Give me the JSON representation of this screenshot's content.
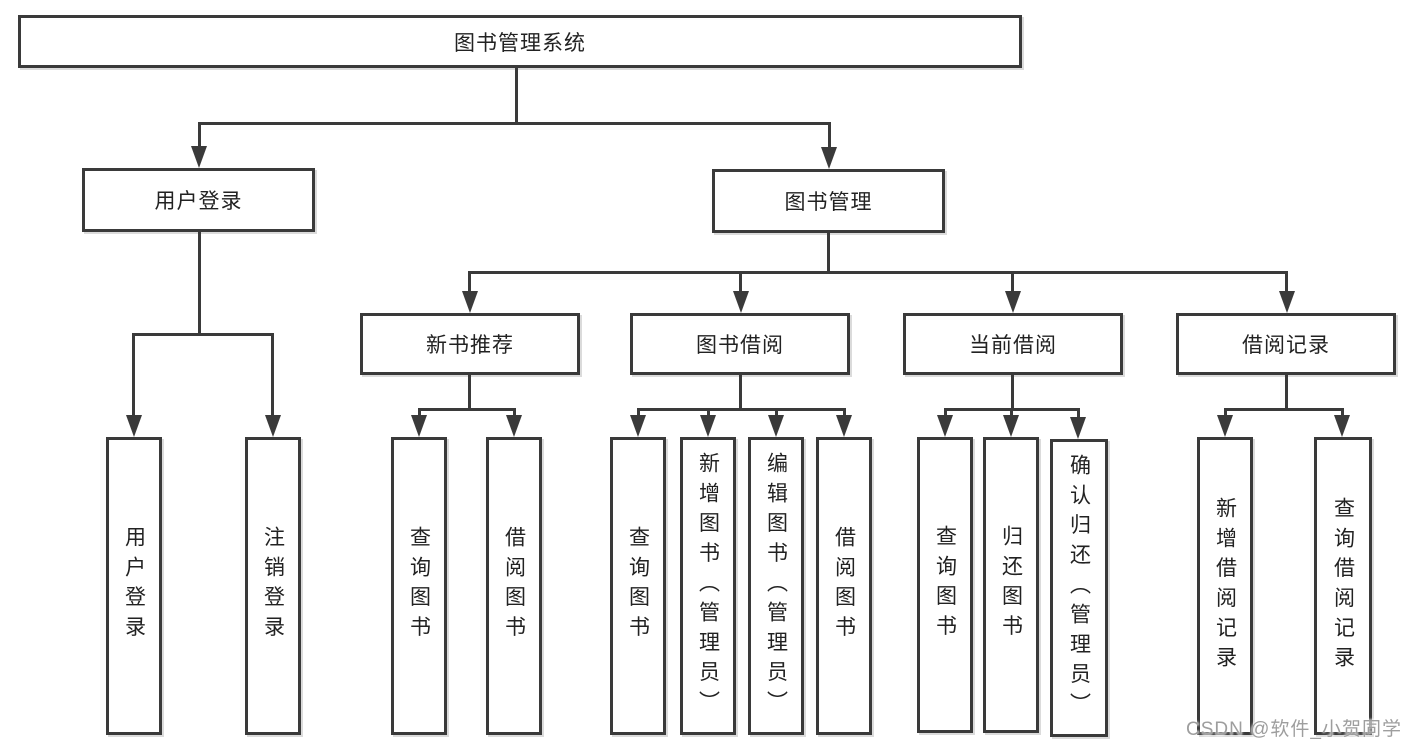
{
  "tree": {
    "root": "图书管理系统",
    "user_login": {
      "label": "用户登录",
      "children": [
        "用户登录",
        "注销登录"
      ]
    },
    "book_mgmt": {
      "label": "图书管理",
      "children": {
        "new_book": {
          "label": "新书推荐",
          "children": [
            "查询图书",
            "借阅图书"
          ]
        },
        "borrow": {
          "label": "图书借阅",
          "children": [
            "查询图书",
            "新增图书（管理员）",
            "编辑图书（管理员）",
            "借阅图书"
          ]
        },
        "current": {
          "label": "当前借阅",
          "children": [
            "查询图书",
            "归还图书",
            "确认归还（管理员）"
          ]
        },
        "records": {
          "label": "借阅记录",
          "children": [
            "新增借阅记录",
            "查询借阅记录"
          ]
        }
      }
    }
  },
  "watermark": "CSDN @软件_小贺同学",
  "colors": {
    "line": "#3a3a3a",
    "text": "#222222",
    "background": "#ffffff",
    "watermark": "#9e9e9e"
  }
}
